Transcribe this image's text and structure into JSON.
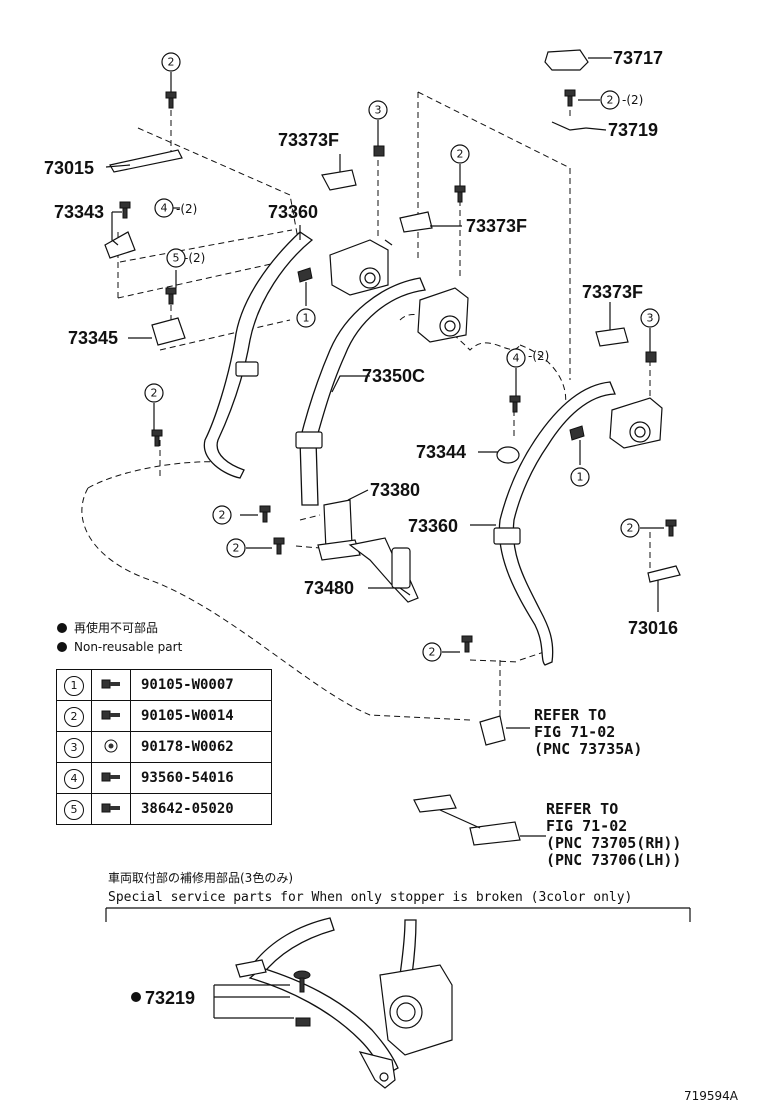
{
  "part_labels": {
    "p73717": "73717",
    "p73719": "73719",
    "p73015": "73015",
    "p73343": "73343",
    "p73373f_a": "73373F",
    "p73360_a": "73360",
    "p73373f_b": "73373F",
    "p73373f_c": "73373F",
    "p73345": "73345",
    "p73350c": "73350C",
    "p73344": "73344",
    "p73380": "73380",
    "p73360_b": "73360",
    "p73480": "73480",
    "p73016": "73016"
  },
  "qty_labels": {
    "q1": "-(2)",
    "q2": "-(2)",
    "q3": "-(2)",
    "q4": "-(2)"
  },
  "callouts": {
    "c2_top": "2",
    "c2_717": "2",
    "c3_top": "3",
    "c2_mid": "2",
    "c4_343": "4",
    "c5_345": "5",
    "c1_left": "1",
    "c3_right": "3",
    "c4_mid": "4",
    "c2_left": "2",
    "c1_right": "1",
    "c2_b1": "2",
    "c2_b2": "2",
    "c2_r": "2",
    "c2_bot": "2"
  },
  "notes": {
    "nonreusable_jp": "再使用不可部品",
    "nonreusable_en": "Non-reusable part",
    "special_jp": "車両取付部の補修用部品(3色のみ)",
    "special_en": "Special  service  parts  for  When  only  stopper  is  broken  (3color  only)",
    "code": "719594A"
  },
  "refs": {
    "r1_l1": "REFER TO",
    "r1_l2": "FIG 71-02",
    "r1_l3": "(PNC 73735A)",
    "r2_l1": "REFER TO",
    "r2_l2": "FIG 71-02",
    "r2_l3": "(PNC 73705(RH))",
    "r2_l4": "(PNC 73706(LH))"
  },
  "special_part": "73219",
  "legend": [
    {
      "n": "1",
      "part": "90105-W0007"
    },
    {
      "n": "2",
      "part": "90105-W0014"
    },
    {
      "n": "3",
      "part": "90178-W0062"
    },
    {
      "n": "4",
      "part": "93560-54016"
    },
    {
      "n": "5",
      "part": "38642-05020"
    }
  ]
}
